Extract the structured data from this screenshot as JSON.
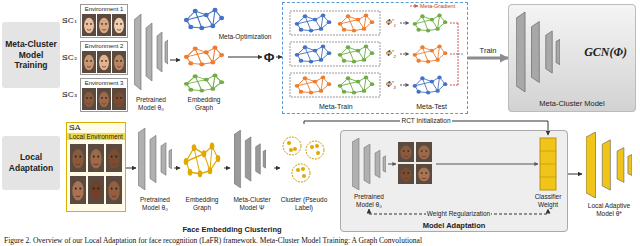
{
  "diagram": {
    "caption": "Figure 2. Overview of our Local Adaptation for face recognition (LaFR) framework. Meta-Cluster Model Training: A Graph Convolutional",
    "nodes": [
      {
        "text": [
          "Meta-Cluster Model Training"
        ]
      },
      {
        "text": [
          "Environment 1"
        ]
      },
      {
        "text": [
          "Environment 2"
        ]
      },
      {
        "text": [
          "Environment 3"
        ]
      },
      {
        "text": [
          "Pretrained Model θ₀"
        ]
      },
      {
        "text": [
          "Embedding Graph"
        ]
      },
      {
        "text": [
          "Φ"
        ]
      },
      {
        "text": [
          "Meta-Train",
          "Meta-Test"
        ]
      },
      {
        "text": [
          "GCN(Φ)",
          "Meta-Cluster Model"
        ]
      },
      {
        "text": [
          "Local Adaptation"
        ]
      },
      {
        "text": [
          "𝕊A",
          "Local Environment"
        ]
      },
      {
        "text": [
          "Face Embedding Clustering"
        ]
      },
      {
        "text": [
          "Pretrained Model θ₀"
        ],
        "in": 11
      },
      {
        "text": [
          "Embedding Graph"
        ],
        "in": 11
      },
      {
        "text": [
          "Meta-Cluster Model Ψ"
        ],
        "in": 11
      },
      {
        "text": [
          "Cluster (Pseudo Label)"
        ],
        "in": 11
      },
      {
        "text": [
          "Model Adaptation"
        ]
      },
      {
        "text": [
          "Pretrained Model θ₀"
        ],
        "in": 16
      },
      {
        "text": [
          "Classifier Weight"
        ],
        "in": 16
      },
      {
        "text": [
          "Local Adaptive Model θ*"
        ]
      }
    ],
    "edges": [
      {
        "from": 4,
        "to": 5,
        "arrow": "to"
      },
      {
        "from": 5,
        "to": 6,
        "label": "Meta-Optimization",
        "arrow": "to"
      },
      {
        "from": 6,
        "to": 7,
        "arrow": "to"
      },
      {
        "from": 7,
        "to": 8,
        "label": "Train",
        "arrow": "to"
      },
      {
        "from": 10,
        "to": 12,
        "arrow": "to"
      },
      {
        "from": 12,
        "to": 13,
        "arrow": "to"
      },
      {
        "from": 13,
        "to": 14,
        "arrow": "to"
      },
      {
        "from": 14,
        "to": 15,
        "arrow": "to"
      },
      {
        "from": 15,
        "to": 18,
        "label": "RCT Initialization",
        "arrow": "to"
      },
      {
        "from": 17,
        "to": 18,
        "label": "Weight Regularization",
        "arrow": "both"
      },
      {
        "from": 16,
        "to": 19,
        "arrow": "to"
      }
    ],
    "labels": [
      "𝕊C₁",
      "𝕊C₂",
      "𝕊C₃",
      "Φ′₁",
      "Φ′₂",
      "Φ′₃"
    ],
    "legend": [
      {
        "text": "Meta-Gradient"
      }
    ]
  }
}
